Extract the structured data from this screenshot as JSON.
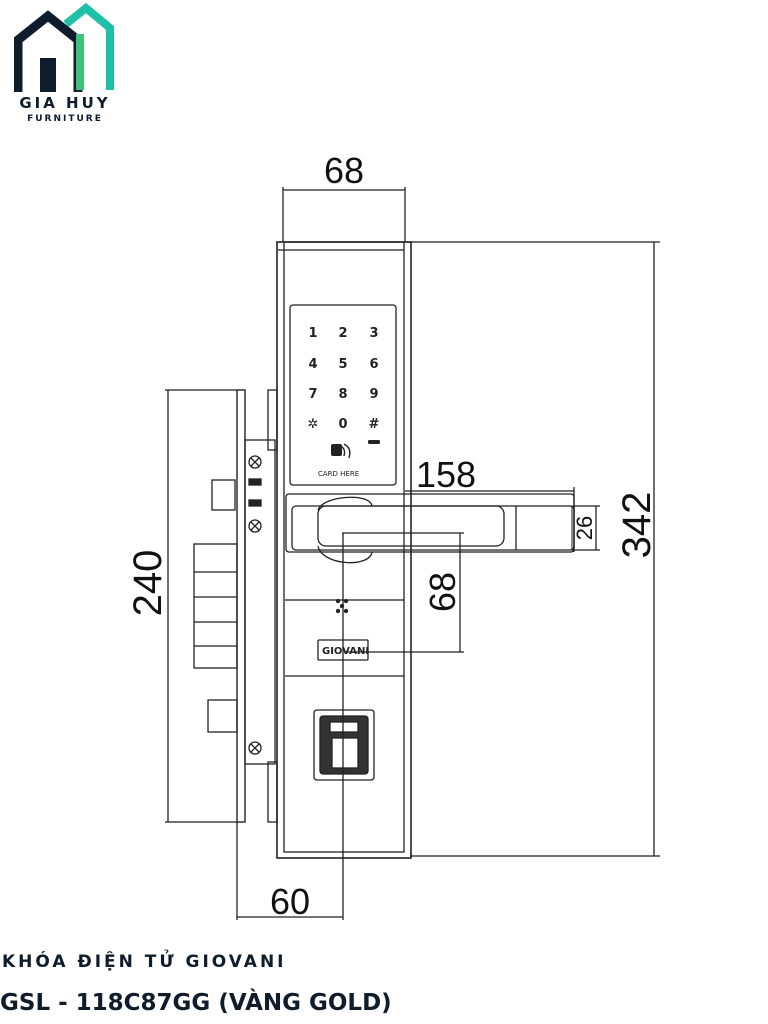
{
  "brand": {
    "name": "GIA HUY",
    "subtitle": "FURNITURE",
    "colors": {
      "navy": "#0f1c2c",
      "teal": "#1ec0a8",
      "green": "#3fc27a"
    }
  },
  "diagram": {
    "dimensions": {
      "top_width": "68",
      "total_height": "342",
      "handle_length": "158",
      "handle_thickness": "26",
      "handle_offset": "68",
      "mortise_height": "240",
      "backset": "60"
    },
    "keypad": [
      "1",
      "2",
      "3",
      "4",
      "5",
      "6",
      "7",
      "8",
      "9",
      "✲",
      "0",
      "#"
    ],
    "card_label": "CARD HERE",
    "lock_brand": "GIOVANI"
  },
  "caption": {
    "line1": "KHÓA ĐIỆN TỬ GIOVANI",
    "line2": "GSL - 118C87GG (VÀNG GOLD)"
  }
}
